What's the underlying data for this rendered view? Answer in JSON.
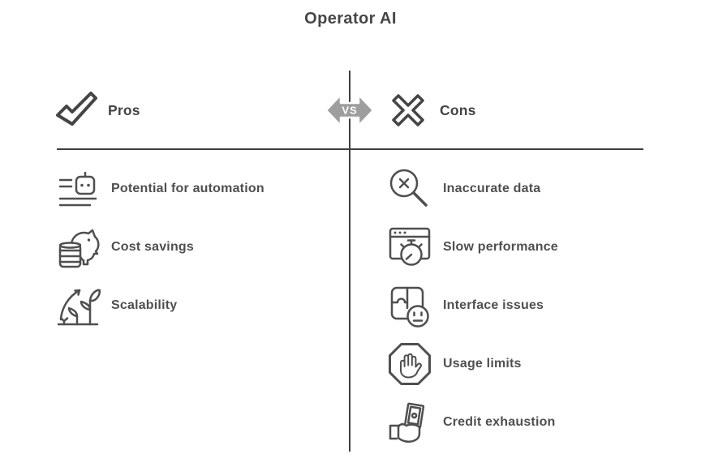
{
  "title": "Operator AI",
  "badge": {
    "label": "VS"
  },
  "colors": {
    "background": "#ffffff",
    "title_text": "#464646",
    "header_text": "#434343",
    "item_text": "#4f4f4f",
    "icon_stroke": "#4f4f4f",
    "divider": "#3f3f3f",
    "badge_fill": "#9e9e9e",
    "badge_text": "#ffffff"
  },
  "pros": {
    "header": {
      "label": "Pros",
      "icon": "check-icon"
    },
    "items": [
      {
        "label": "Potential for automation",
        "icon": "automation-robot-icon"
      },
      {
        "label": "Cost savings",
        "icon": "piggy-bank-coins-icon"
      },
      {
        "label": "Scalability",
        "icon": "plant-growth-arrow-icon"
      }
    ]
  },
  "cons": {
    "header": {
      "label": "Cons",
      "icon": "cross-icon"
    },
    "items": [
      {
        "label": "Inaccurate data",
        "icon": "magnifier-error-icon"
      },
      {
        "label": "Slow performance",
        "icon": "browser-stopwatch-icon"
      },
      {
        "label": "Interface issues",
        "icon": "puzzle-sad-face-icon"
      },
      {
        "label": "Usage limits",
        "icon": "stop-hand-icon"
      },
      {
        "label": "Credit exhaustion",
        "icon": "hand-money-icon"
      }
    ]
  }
}
